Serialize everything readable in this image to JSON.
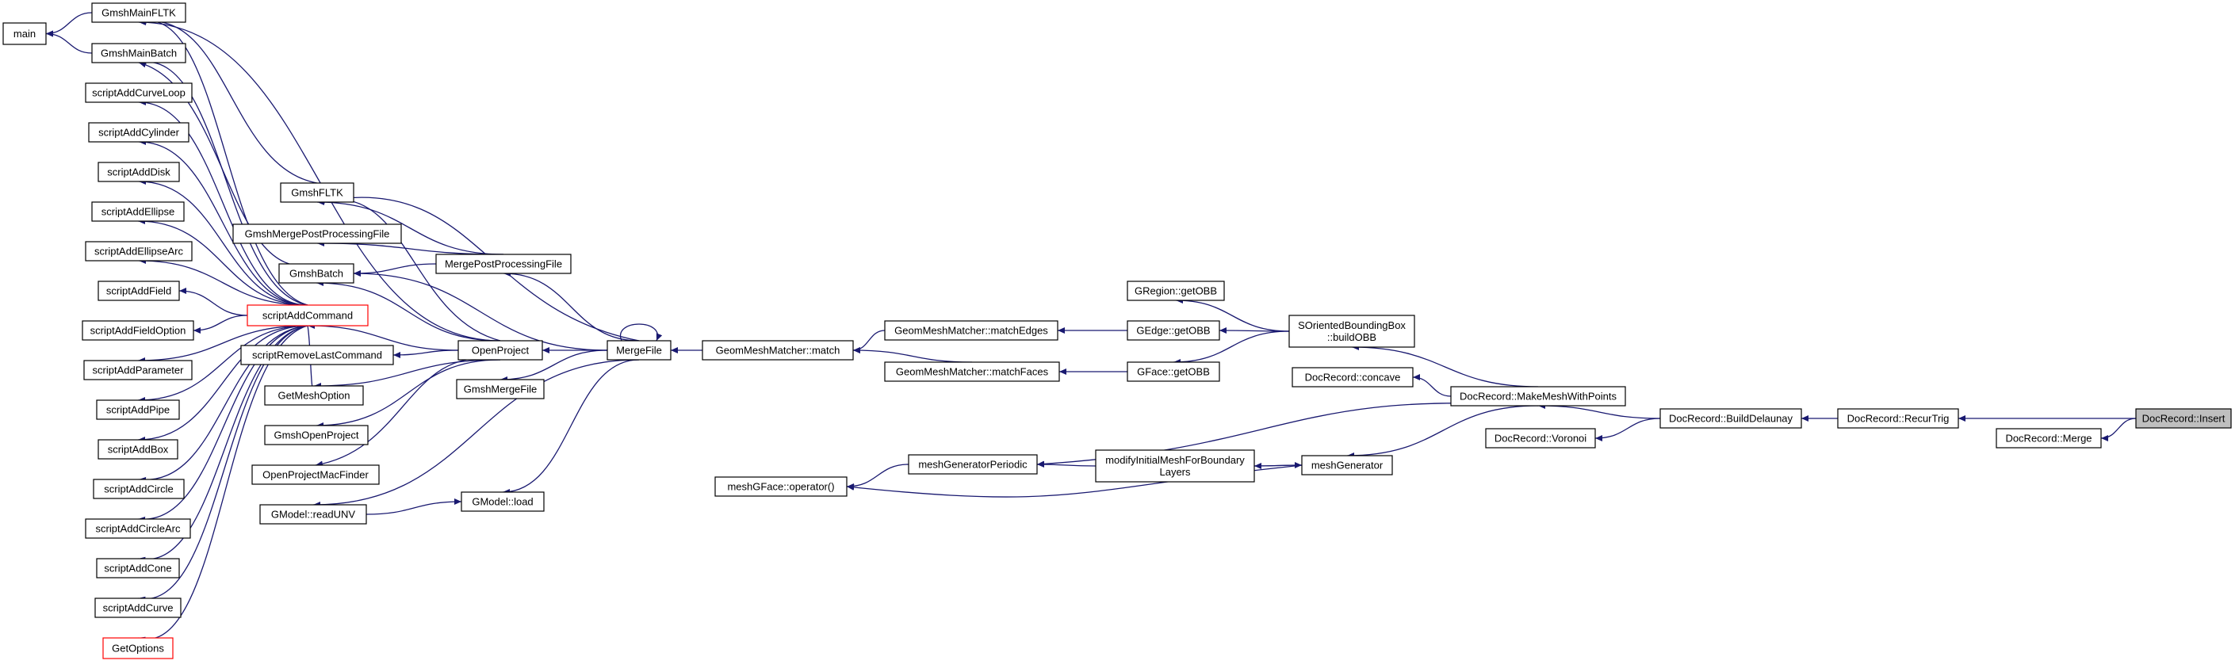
{
  "diagram": {
    "nodes": [
      {
        "id": "main",
        "lines": [
          "main"
        ]
      },
      {
        "id": "gmsh_main_fltk",
        "lines": [
          "GmshMainFLTK"
        ]
      },
      {
        "id": "gmsh_main_batch",
        "lines": [
          "GmshMainBatch"
        ]
      },
      {
        "id": "script_add_curve_loop",
        "lines": [
          "scriptAddCurveLoop"
        ]
      },
      {
        "id": "script_add_cylinder",
        "lines": [
          "scriptAddCylinder"
        ]
      },
      {
        "id": "script_add_disk",
        "lines": [
          "scriptAddDisk"
        ]
      },
      {
        "id": "script_add_ellipse",
        "lines": [
          "scriptAddEllipse"
        ]
      },
      {
        "id": "script_add_ellipse_arc",
        "lines": [
          "scriptAddEllipseArc"
        ]
      },
      {
        "id": "script_add_field",
        "lines": [
          "scriptAddField"
        ]
      },
      {
        "id": "script_add_field_option",
        "lines": [
          "scriptAddFieldOption"
        ]
      },
      {
        "id": "script_add_parameter",
        "lines": [
          "scriptAddParameter"
        ]
      },
      {
        "id": "script_add_pipe",
        "lines": [
          "scriptAddPipe"
        ]
      },
      {
        "id": "script_add_box",
        "lines": [
          "scriptAddBox"
        ]
      },
      {
        "id": "script_add_circle",
        "lines": [
          "scriptAddCircle"
        ]
      },
      {
        "id": "script_add_circle_arc",
        "lines": [
          "scriptAddCircleArc"
        ]
      },
      {
        "id": "script_add_cone",
        "lines": [
          "scriptAddCone"
        ]
      },
      {
        "id": "script_add_curve",
        "lines": [
          "scriptAddCurve"
        ]
      },
      {
        "id": "get_options",
        "lines": [
          "GetOptions"
        ],
        "style": "red"
      },
      {
        "id": "gmsh_fltk",
        "lines": [
          "GmshFLTK"
        ]
      },
      {
        "id": "gmsh_merge_post_processing_file",
        "lines": [
          "GmshMergePostProcessingFile"
        ]
      },
      {
        "id": "gmsh_batch",
        "lines": [
          "GmshBatch"
        ]
      },
      {
        "id": "script_add_command",
        "lines": [
          "scriptAddCommand"
        ],
        "style": "red"
      },
      {
        "id": "script_remove_last_command",
        "lines": [
          "scriptRemoveLastCommand"
        ]
      },
      {
        "id": "get_mesh_option",
        "lines": [
          "GetMeshOption"
        ]
      },
      {
        "id": "gmsh_open_project",
        "lines": [
          "GmshOpenProject"
        ]
      },
      {
        "id": "open_project_mac_finder",
        "lines": [
          "OpenProjectMacFinder"
        ]
      },
      {
        "id": "gmodel_read_unv",
        "lines": [
          "GModel::readUNV"
        ]
      },
      {
        "id": "merge_post_processing_file",
        "lines": [
          "MergePostProcessingFile"
        ]
      },
      {
        "id": "open_project",
        "lines": [
          "OpenProject"
        ]
      },
      {
        "id": "gmsh_merge_file",
        "lines": [
          "GmshMergeFile"
        ]
      },
      {
        "id": "gmodel_load",
        "lines": [
          "GModel::load"
        ]
      },
      {
        "id": "merge_file",
        "lines": [
          "MergeFile"
        ]
      },
      {
        "id": "geom_mesh_matcher_match",
        "lines": [
          "GeomMeshMatcher::match"
        ]
      },
      {
        "id": "geom_mesh_matcher_match_edges",
        "lines": [
          "GeomMeshMatcher::matchEdges"
        ]
      },
      {
        "id": "geom_mesh_matcher_match_faces",
        "lines": [
          "GeomMeshMatcher::matchFaces"
        ]
      },
      {
        "id": "gregion_get_obb",
        "lines": [
          "GRegion::getOBB"
        ]
      },
      {
        "id": "gedge_get_obb",
        "lines": [
          "GEdge::getOBB"
        ]
      },
      {
        "id": "gface_get_obb",
        "lines": [
          "GFace::getOBB"
        ]
      },
      {
        "id": "soriented_bounding_box_build_obb",
        "lines": [
          "SOrientedBoundingBox",
          "::buildOBB"
        ]
      },
      {
        "id": "docrecord_concave",
        "lines": [
          "DocRecord::concave"
        ]
      },
      {
        "id": "docrecord_make_mesh_with_points",
        "lines": [
          "DocRecord::MakeMeshWithPoints"
        ]
      },
      {
        "id": "docrecord_voronoi",
        "lines": [
          "DocRecord::Voronoi"
        ]
      },
      {
        "id": "mesh_gface_operator",
        "lines": [
          "meshGFace::operator()"
        ]
      },
      {
        "id": "mesh_generator_periodic",
        "lines": [
          "meshGeneratorPeriodic"
        ]
      },
      {
        "id": "modify_initial_mesh_for_boundary_layers",
        "lines": [
          "modifyInitialMeshForBoundary",
          "Layers"
        ]
      },
      {
        "id": "mesh_generator",
        "lines": [
          "meshGenerator"
        ]
      },
      {
        "id": "docrecord_build_delaunay",
        "lines": [
          "DocRecord::BuildDelaunay"
        ]
      },
      {
        "id": "docrecord_recur_trig",
        "lines": [
          "DocRecord::RecurTrig"
        ]
      },
      {
        "id": "docrecord_merge",
        "lines": [
          "DocRecord::Merge"
        ]
      },
      {
        "id": "docrecord_insert",
        "lines": [
          "DocRecord::Insert"
        ],
        "style": "focus"
      }
    ]
  }
}
